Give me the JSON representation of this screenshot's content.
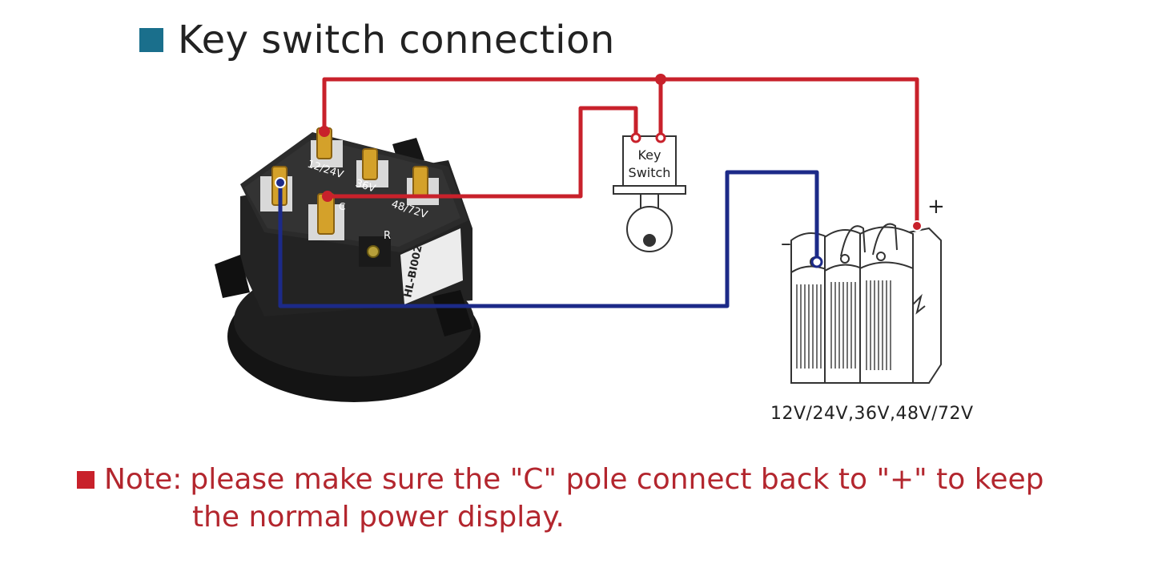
{
  "title": "Key switch connection",
  "colors": {
    "title_square": "#1a6f8c",
    "positive_wire": "#c8212b",
    "negative_wire": "#1c2a88",
    "note_text": "#b3262e"
  },
  "key_switch": {
    "line1": "Key",
    "line2": "Switch"
  },
  "gauge": {
    "terminal_labels": [
      "12/24V",
      "36V",
      "48/72V",
      "C",
      "R"
    ],
    "model_text": "HL-BI002"
  },
  "battery": {
    "plus": "+",
    "minus": "–",
    "caption": "12V/24V,36V,48V/72V"
  },
  "note": {
    "label": "Note:",
    "line1": "please make sure the \"C\" pole connect back to \"+\" to keep",
    "line2": "the normal power display."
  }
}
